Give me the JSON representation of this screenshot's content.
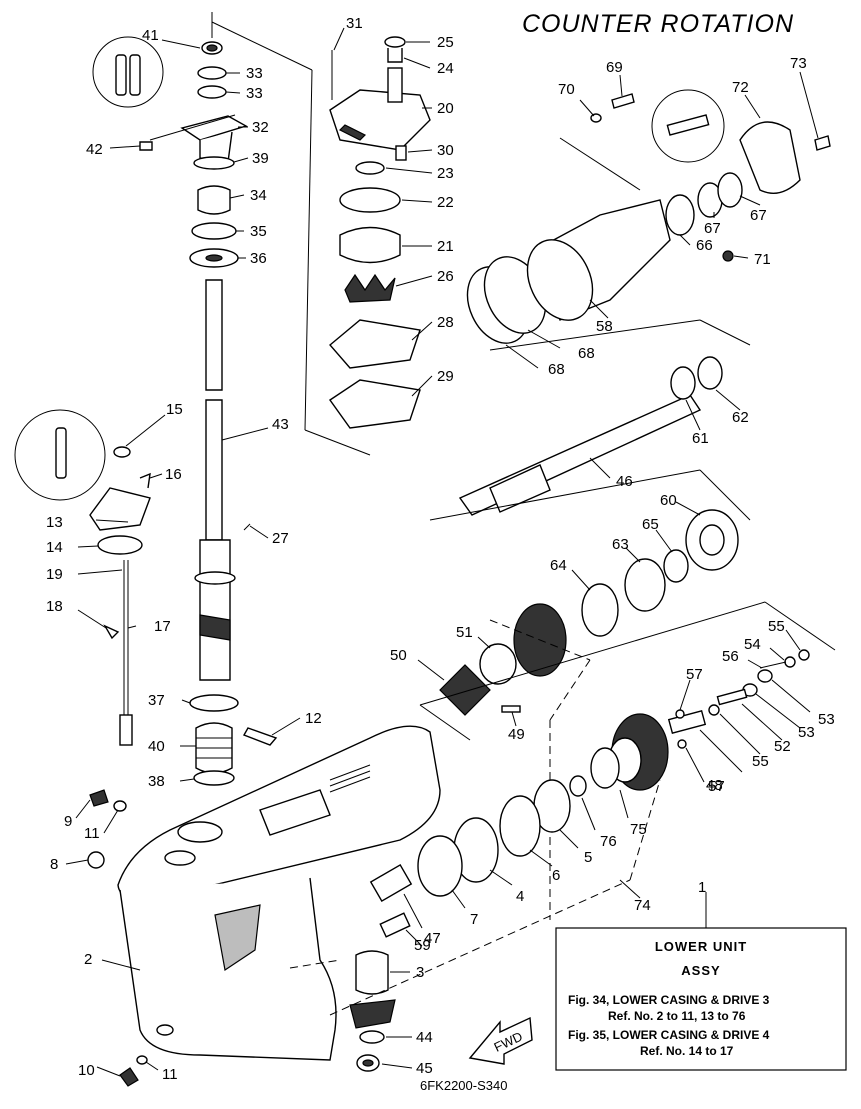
{
  "title": "COUNTER ROTATION",
  "drawing_code": "6FK2200-S340",
  "fwd_label": "FWD",
  "info_box": {
    "line1": "LOWER UNIT",
    "line2": "ASSY",
    "ref1": "Fig. 34, LOWER CASING & DRIVE 3",
    "ref1_nums": "Ref. No. 2 to 11, 13 to 76",
    "ref2": "Fig. 35, LOWER CASING & DRIVE 4",
    "ref2_nums": "Ref. No. 14 to 17"
  },
  "callouts": {
    "c1": "1",
    "c2": "2",
    "c3": "3",
    "c4": "4",
    "c5": "5",
    "c6": "6",
    "c7": "7",
    "c8": "8",
    "c9": "9",
    "c10": "10",
    "c11a": "11",
    "c11b": "11",
    "c12": "12",
    "c13": "13",
    "c14": "14",
    "c15": "15",
    "c16": "16",
    "c17": "17",
    "c18": "18",
    "c19": "19",
    "c20": "20",
    "c21": "21",
    "c22": "22",
    "c23": "23",
    "c24": "24",
    "c25": "25",
    "c26": "26",
    "c27": "27",
    "c28": "28",
    "c29": "29",
    "c30": "30",
    "c31": "31",
    "c32": "32",
    "c33a": "33",
    "c33b": "33",
    "c34": "34",
    "c35": "35",
    "c36": "36",
    "c37": "37",
    "c38": "38",
    "c39": "39",
    "c40": "40",
    "c41": "41",
    "c42": "42",
    "c43": "43",
    "c44": "44",
    "c45": "45",
    "c46": "46",
    "c47": "47",
    "c48": "48",
    "c49": "49",
    "c50": "50",
    "c51": "51",
    "c52": "52",
    "c53a": "53",
    "c53b": "53",
    "c54": "54",
    "c55a": "55",
    "c55b": "55",
    "c56": "56",
    "c57a": "57",
    "c57b": "57",
    "c58": "58",
    "c59": "59",
    "c60": "60",
    "c61": "61",
    "c62": "62",
    "c63": "63",
    "c64": "64",
    "c65": "65",
    "c66": "66",
    "c67a": "67",
    "c67b": "67",
    "c68a": "68",
    "c68b": "68",
    "c69": "69",
    "c70": "70",
    "c71": "71",
    "c72": "72",
    "c73": "73",
    "c74": "74",
    "c75": "75",
    "c76": "76"
  }
}
